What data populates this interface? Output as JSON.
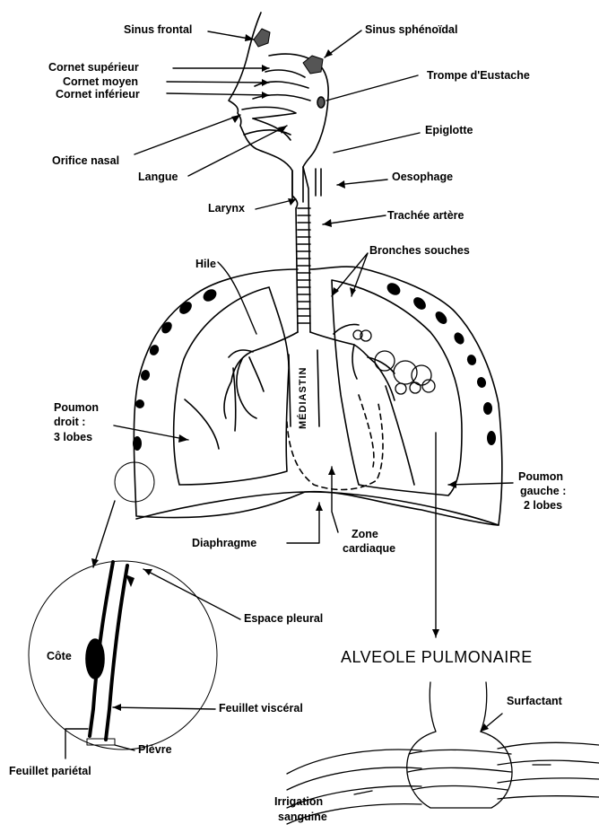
{
  "labels": {
    "sinus_frontal": "Sinus frontal",
    "sinus_sphenoidal": "Sinus sphénoïdal",
    "cornet_superieur": "Cornet supérieur",
    "cornet_moyen": "Cornet moyen",
    "cornet_inferieur": "Cornet inférieur",
    "trompe_eustache": "Trompe d'Eustache",
    "epiglotte": "Epiglotte",
    "orifice_nasal": "Orifice nasal",
    "langue": "Langue",
    "oesophage": "Oesophage",
    "larynx": "Larynx",
    "trachee": "Trachée artère",
    "bronches": "Bronches souches",
    "hile": "Hile",
    "mediastin": "MÉDIASTIN",
    "poumon_droit_1": "Poumon",
    "poumon_droit_2": "droit :",
    "poumon_droit_3": "3 lobes",
    "poumon_gauche_1": "Poumon",
    "poumon_gauche_2": "gauche :",
    "poumon_gauche_3": "2 lobes",
    "diaphragme": "Diaphragme",
    "zone_cardiaque_1": "Zone",
    "zone_cardiaque_2": "cardiaque",
    "espace_pleural": "Espace pleural",
    "cote": "Côte",
    "feuillet_visceral": "Feuillet viscéral",
    "plevre": "Plèvre",
    "feuillet_parietal": "Feuillet pariétal",
    "alveole_title": "ALVEOLE PULMONAIRE",
    "surfactant": "Surfactant",
    "irrigation_1": "Irrigation",
    "irrigation_2": "sanguine"
  }
}
